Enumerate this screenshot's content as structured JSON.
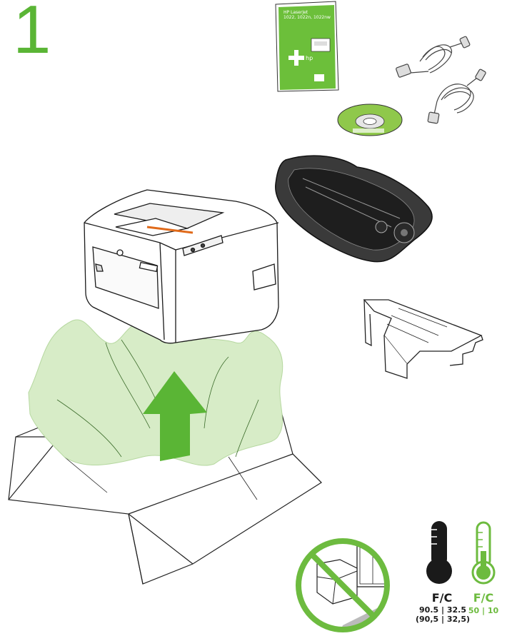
{
  "step": {
    "number": "1"
  },
  "booklet": {
    "title": "HP LaserJet",
    "models": "1022, 1022n, 1022nw"
  },
  "storage": {
    "hot": {
      "unit": "F/C",
      "values": "90.5 | 32.5",
      "values_alt": "(90,5 | 32,5)"
    },
    "cold": {
      "unit": "F/C",
      "values": "50 | 10"
    }
  },
  "colors": {
    "accent_green": "#5ab535",
    "light_green": "#d7ecc7",
    "prohibit_green": "#6dbb3f"
  }
}
